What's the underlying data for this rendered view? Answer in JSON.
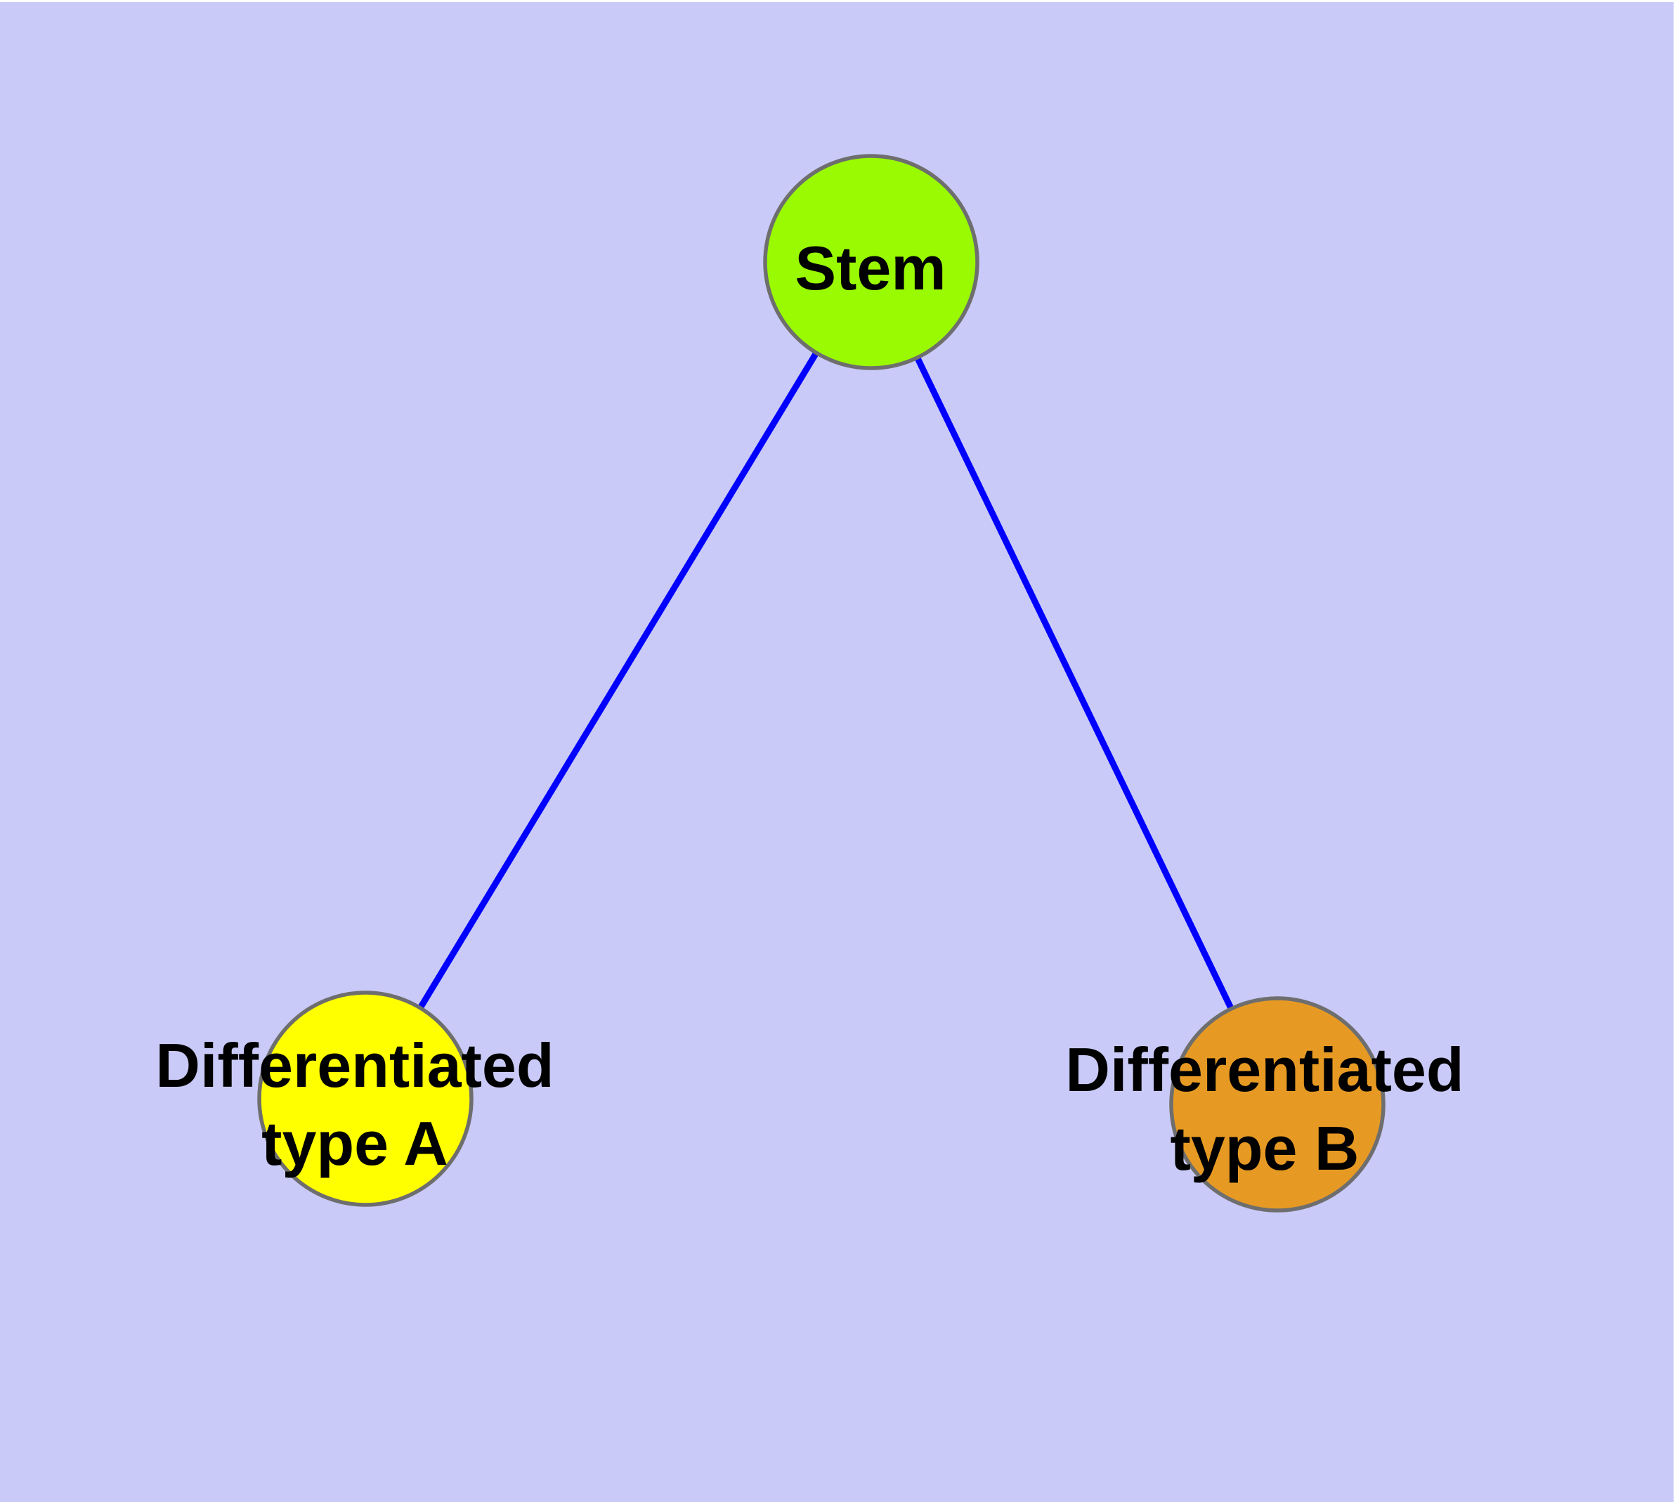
{
  "figure": {
    "title": "",
    "background_color": "#CACAF8",
    "device_margin_color": "#FFFFFF",
    "edge_color": "#0000FF",
    "node_border_color": "#6E6E6E",
    "label_color": "#000000",
    "diagram": {
      "type": "graph",
      "nodes": [
        {
          "id": "stem",
          "label": "Stem",
          "label_lines": [
            "Stem"
          ],
          "color": "#99FA02",
          "shape": "circle"
        },
        {
          "id": "differentiated-type-a",
          "label": "Differentiated type A",
          "label_lines": [
            "Differentiated",
            "type A"
          ],
          "color": "#FFFF00",
          "shape": "circle"
        },
        {
          "id": "differentiated-type-b",
          "label": "Differentiated type B",
          "label_lines": [
            "Differentiated",
            "type B"
          ],
          "color": "#E79A23",
          "shape": "circle"
        }
      ],
      "edges": [
        {
          "from": "stem",
          "to": "differentiated-type-a"
        },
        {
          "from": "stem",
          "to": "differentiated-type-b"
        }
      ]
    }
  }
}
